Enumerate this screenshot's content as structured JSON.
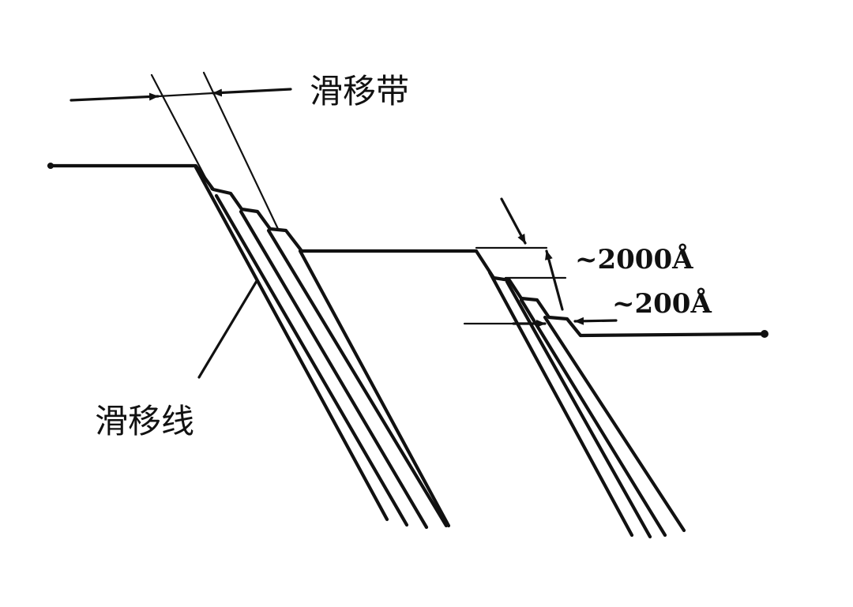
{
  "labels": {
    "slip_band": "滑移带",
    "slip_line": "滑移线",
    "dim_large": "~2000Å",
    "dim_small": "~200Å"
  },
  "colors": {
    "ink": "#111111",
    "paper": "#ffffff"
  }
}
